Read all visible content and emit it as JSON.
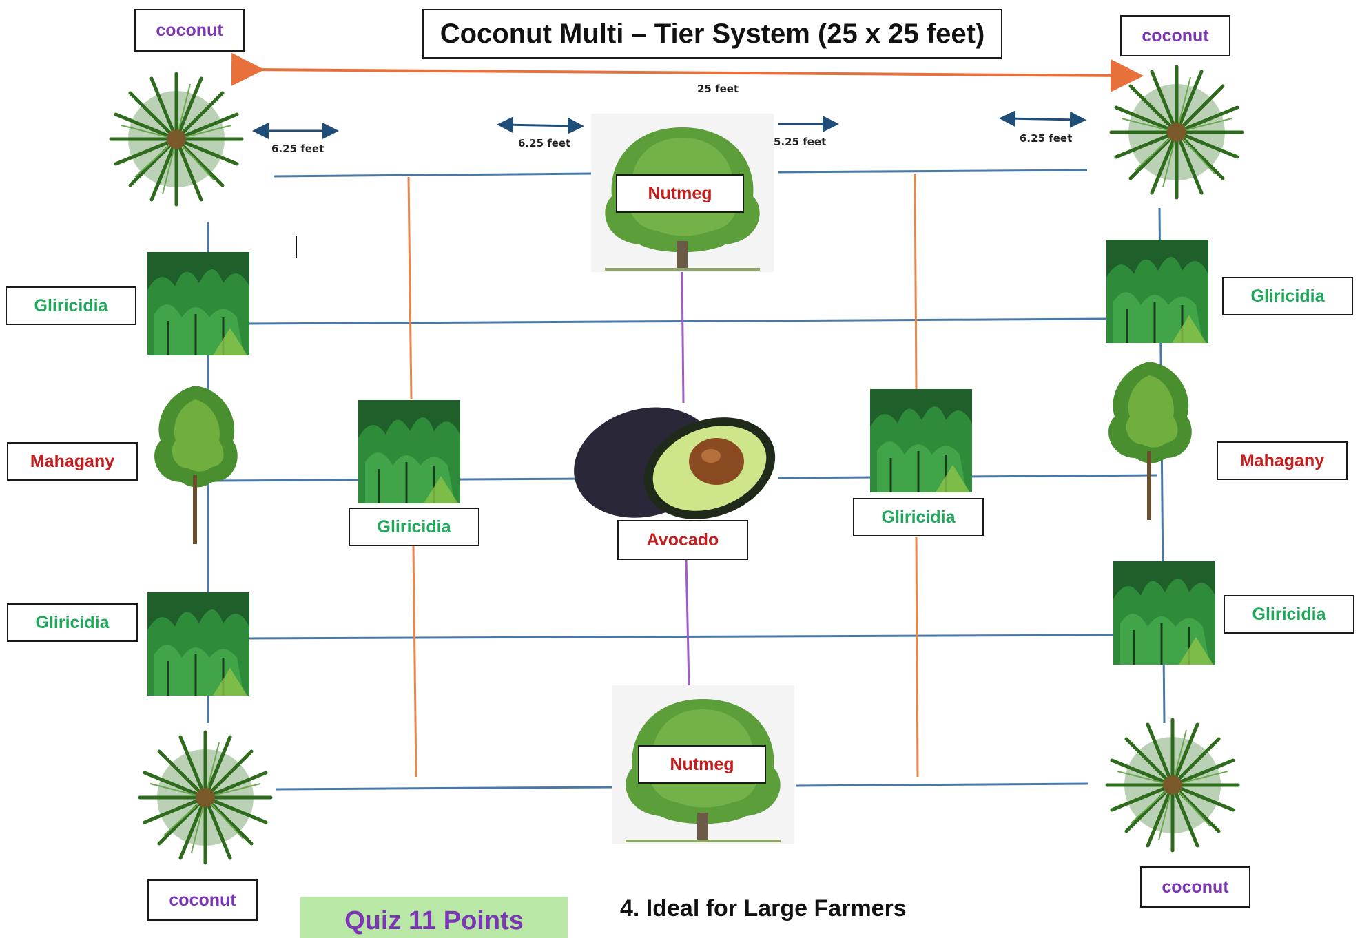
{
  "title": "Coconut Multi – Tier System (25 x 25 feet)",
  "dimensions": {
    "total": "25 feet",
    "segment_1": "6.25 feet",
    "segment_2": "6.25 feet",
    "segment_3": "5.25 feet",
    "segment_4": "6.25 feet"
  },
  "labels": {
    "coconut_top_left": "coconut",
    "coconut_top_right": "coconut",
    "coconut_bottom_left": "coconut",
    "coconut_bottom_right": "coconut",
    "nutmeg_top": "Nutmeg",
    "nutmeg_bottom": "Nutmeg",
    "avocado": "Avocado",
    "gliricidia_left_upper": "Gliricidia",
    "gliricidia_right_upper": "Gliricidia",
    "gliricidia_left_lower": "Gliricidia",
    "gliricidia_right_lower": "Gliricidia",
    "gliricidia_mid_left": "Gliricidia",
    "gliricidia_mid_right": "Gliricidia",
    "mahagany_left": "Mahagany",
    "mahagany_right": "Mahagany"
  },
  "footer": {
    "quiz_badge": "Quiz 11 Points",
    "heading": "4. Ideal for Large Farmers"
  },
  "colors": {
    "coconut_label": "#7b36b5",
    "gliricidia_label": "#1fa85a",
    "red_label": "#c41e1e",
    "blue_line": "#4a78a8",
    "orange_line": "#e8874a",
    "purple_line": "#a15cc9",
    "orange_arrow": "#e8703a",
    "navy_arrow": "#1f4e79"
  },
  "icons": [
    "coconut-palm-icon",
    "nutmeg-tree-icon",
    "avocado-icon",
    "gliricidia-bush-icon",
    "mahagany-tree-icon"
  ]
}
